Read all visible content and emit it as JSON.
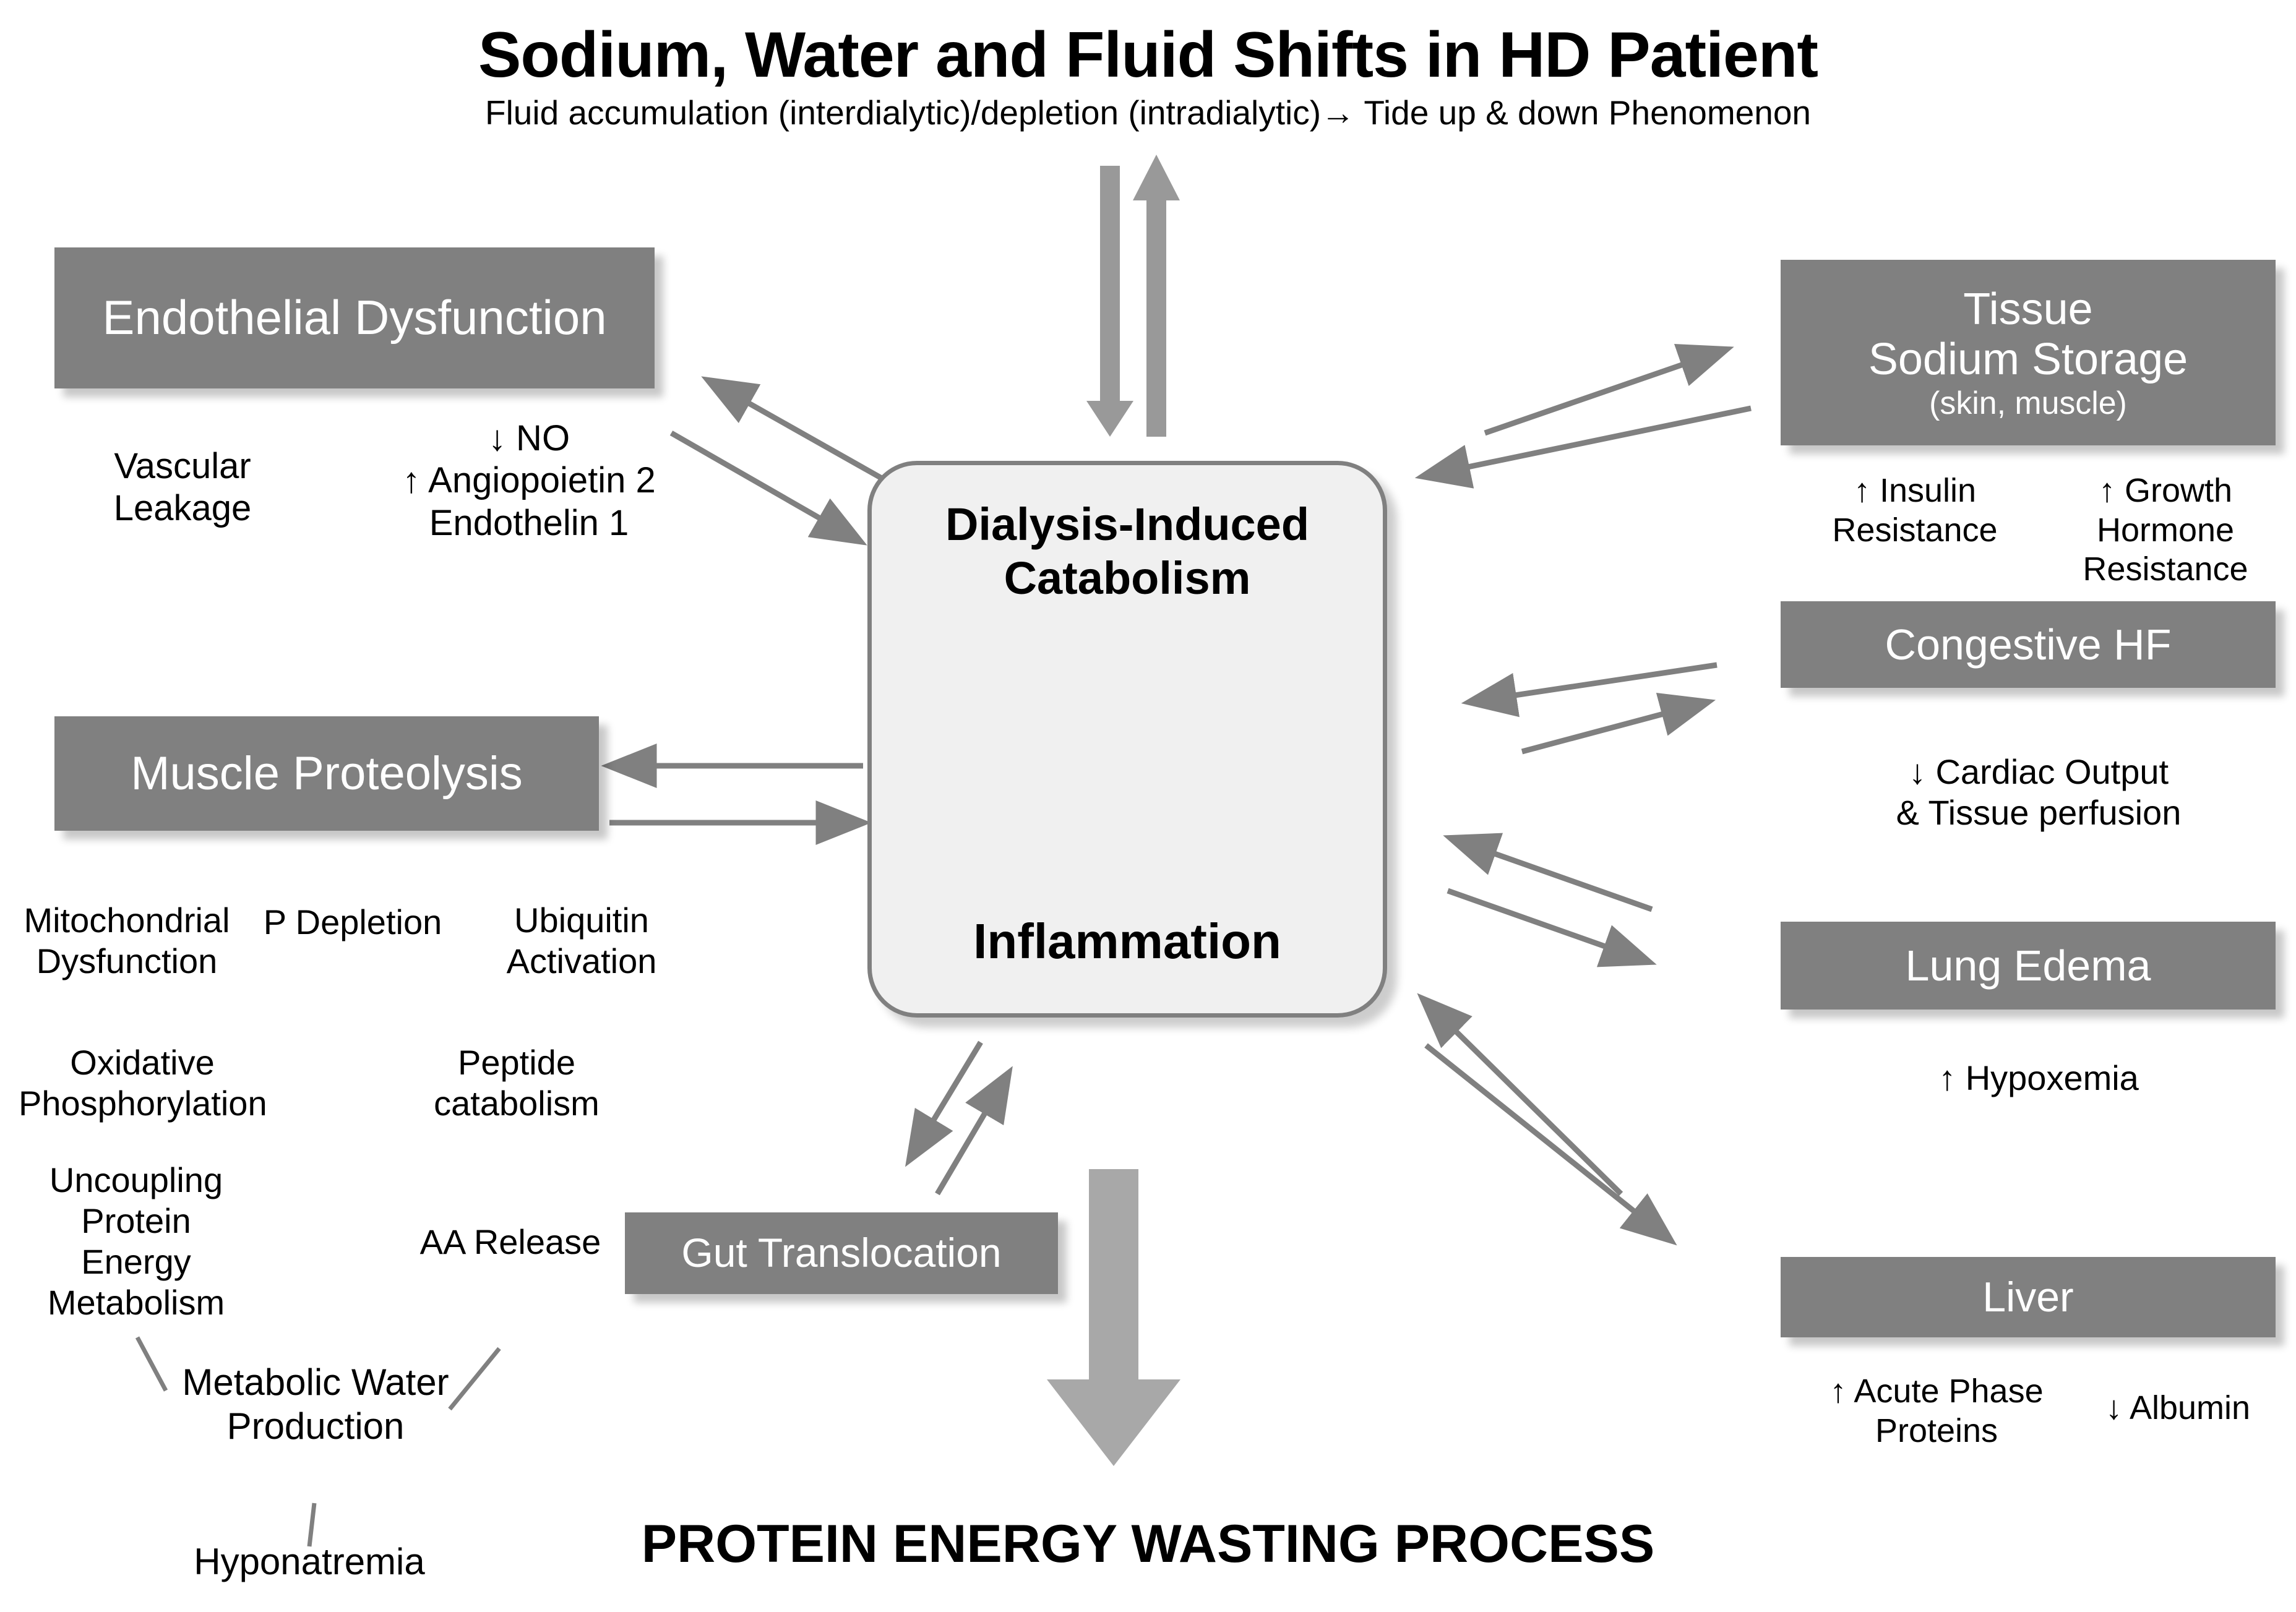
{
  "header": {
    "title": "Sodium, Water and Fluid Shifts in HD Patient",
    "subtitle": "Fluid accumulation (interdialytic)/depletion (intradialytic)→ Tide up & down Phenomenon"
  },
  "footer": {
    "title": "PROTEIN ENERGY WASTING PROCESS"
  },
  "center": {
    "top_label_line1": "Dialysis-Induced",
    "top_label_line2": "Catabolism",
    "bottom_label": "Inflammation"
  },
  "boxes": {
    "endothelial_dysfunction": "Endothelial Dysfunction",
    "muscle_proteolysis": "Muscle Proteolysis",
    "gut_translocation": "Gut Translocation",
    "tissue_sodium_storage_line1": "Tissue",
    "tissue_sodium_storage_line2": "Sodium Storage",
    "tissue_sodium_storage_line3": "(skin, muscle)",
    "congestive_hf": "Congestive HF",
    "lung_edema": "Lung Edema",
    "liver": "Liver"
  },
  "annotations": {
    "vascular_leakage": "Vascular\nLeakage",
    "no_angiopoietin": "↓ NO\n↑ Angiopoietin 2\nEndothelin 1",
    "mitochondrial_dysfunction": "Mitochondrial\nDysfunction",
    "p_depletion": "P Depletion",
    "ubiquitin_activation": "Ubiquitin\nActivation",
    "oxidative_phosphorylation": "Oxidative\nPhosphorylation",
    "peptide_catabolism": "Peptide\ncatabolism",
    "uncoupling_protein_energy_metabolism": "Uncoupling\nProtein Energy\nMetabolism",
    "aa_release": "AA Release",
    "metabolic_water_production": "Metabolic Water\nProduction",
    "hyponatremia": "Hyponatremia",
    "insulin_resistance": "↑ Insulin\nResistance",
    "growth_hormone_resistance": "↑ Growth Hormone\nResistance",
    "cardiac_output": "↓ Cardiac Output\n& Tissue perfusion",
    "hypoxemia": "↑ Hypoxemia",
    "acute_phase_proteins": "↑ Acute Phase\nProteins",
    "albumin": "↓ Albumin"
  },
  "colors": {
    "box_fill": "#808080",
    "box_text": "#ffffff",
    "center_fill": "#f0f0f0",
    "center_border": "#808080",
    "arrow_stroke": "#808080",
    "thick_arrow": "#999999",
    "text": "#000000",
    "background": "#ffffff"
  },
  "chart_data": {
    "type": "diagram",
    "title": "Sodium, Water and Fluid Shifts in HD Patient",
    "nodes": [
      "Endothelial Dysfunction",
      "Muscle Proteolysis",
      "Gut Translocation",
      "Dialysis-Induced Catabolism",
      "Inflammation",
      "Tissue Sodium Storage (skin, muscle)",
      "Congestive HF",
      "Lung Edema",
      "Liver",
      "PROTEIN ENERGY WASTING PROCESS"
    ],
    "edges": [
      {
        "from": "Fluid shifts (top)",
        "to": "Dialysis-Induced Catabolism",
        "style": "thick-bidirectional"
      },
      {
        "from": "Dialysis-Induced Catabolism",
        "to": "Endothelial Dysfunction",
        "style": "bidirectional"
      },
      {
        "from": "Dialysis-Induced Catabolism",
        "to": "Muscle Proteolysis",
        "style": "bidirectional"
      },
      {
        "from": "Inflammation",
        "to": "Gut Translocation",
        "style": "bidirectional"
      },
      {
        "from": "Dialysis-Induced Catabolism",
        "to": "Tissue Sodium Storage",
        "style": "bidirectional"
      },
      {
        "from": "Dialysis-Induced Catabolism",
        "to": "Congestive HF",
        "style": "bidirectional"
      },
      {
        "from": "Inflammation",
        "to": "Lung Edema",
        "style": "bidirectional"
      },
      {
        "from": "Inflammation",
        "to": "Liver",
        "style": "bidirectional"
      },
      {
        "from": "Dialysis-Induced Catabolism / Inflammation",
        "to": "PROTEIN ENERGY WASTING PROCESS",
        "style": "thick-down"
      },
      {
        "from": "Dialysis-Induced Catabolism",
        "to": "Inflammation",
        "style": "internal-bidirectional"
      }
    ]
  }
}
